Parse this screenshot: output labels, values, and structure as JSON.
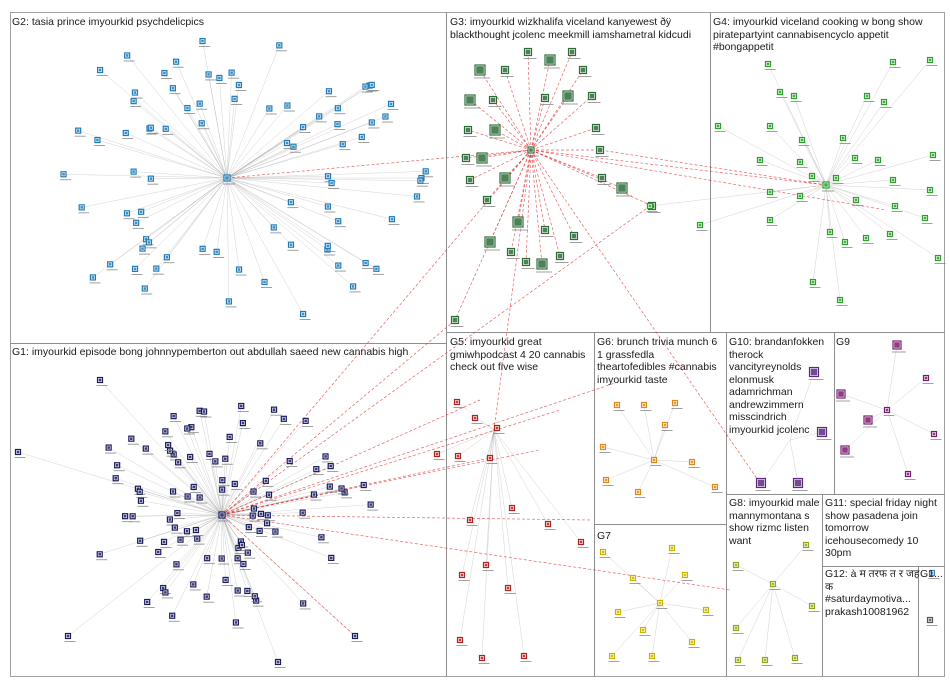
{
  "groups": [
    {
      "id": "G1",
      "label": "G1: imyourkid episode bong johnnypemberton out abdullah saeed new cannabis high",
      "color": "#1a1a5e"
    },
    {
      "id": "G2",
      "label": "G2: tasia prince imyourkid psychdelicpics",
      "color": "#1f7ab8"
    },
    {
      "id": "G3",
      "label": "G3: imyourkid wizkhalifa viceland kanyewest ðÿ blackthought jcolenc meekmill iamshametral kidcudi",
      "color": "#2e6b3a"
    },
    {
      "id": "G4",
      "label": "G4: imyourkid viceland cooking w bong show piratepartyint cannabisencyclo appetit #bongappetit",
      "color": "#2ca02c"
    },
    {
      "id": "G5",
      "label": "G5: imyourkid great gmiwhpodcast 4 20 cannabis check out five wise",
      "color": "#b22222"
    },
    {
      "id": "G6",
      "label": "G6: brunch trivia munch 6 1 grassfedla theartofedibles #cannabis imyourkid taste",
      "color": "#d98a1a"
    },
    {
      "id": "G7",
      "label": "G7",
      "color": "#c8b400"
    },
    {
      "id": "G8",
      "label": "G8: imyourkid male mannymontana s show rizmc listen want",
      "color": "#8fa61a"
    },
    {
      "id": "G9",
      "label": "G9",
      "color": "#7a1a6e"
    },
    {
      "id": "G10",
      "label": "G10: brandanfokken therock vancityreynolds elonmusk adamrichman andrewzimmern misscindrich imyourkid jcolenc",
      "color": "#5a2a80"
    },
    {
      "id": "G11",
      "label": "G11: special friday night show pasadena join tomorrow icehousecomedy 10 30pm",
      "color": "#3f7fbf"
    },
    {
      "id": "G12",
      "label": "G12: à म तरफ त र जह क #saturdaymotiva... prakash10081962",
      "color": "#555555"
    },
    {
      "id": "G13",
      "label": "G1...",
      "color": "#555555"
    }
  ],
  "colors": {
    "edge": "#9a9a9a",
    "edge_highlight": "#e03030",
    "box_border": "#8a8a8a"
  }
}
